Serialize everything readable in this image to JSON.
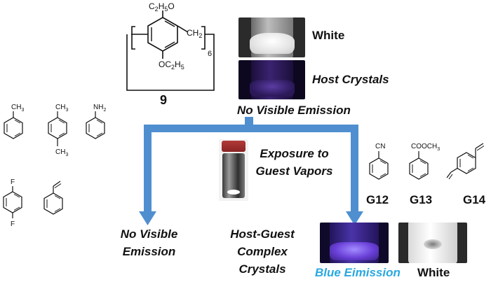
{
  "host": {
    "number": "9",
    "ethoxy_top": "C2H5O",
    "ethoxy_bottom": "OC2H5",
    "bridge": "CH2",
    "repeat": "6"
  },
  "labels": {
    "white_top": "White",
    "host_crystals": "Host Crystals",
    "no_emission_top": "No Visible Emission",
    "exposure": "Exposure to Guest Vapors",
    "no_emission_left": "No Visible Emission",
    "hg_complex": "Host-Guest Complex Crystals",
    "blue_emission": "Blue Eimission",
    "white_bottom": "White"
  },
  "guests": {
    "toluene_sub": "CH3",
    "pxylene_sub": "CH3",
    "aniline_sub": "NH2",
    "fluoro_sub": "F",
    "g12": {
      "label": "G12",
      "sub": "CN"
    },
    "g13": {
      "label": "G13",
      "sub": "COOCH3"
    },
    "g14": {
      "label": "G14"
    }
  },
  "colors": {
    "arrow": "#4f8fd0",
    "blue_text": "#29a8e0",
    "emission_purple": "#6a3fd8"
  }
}
